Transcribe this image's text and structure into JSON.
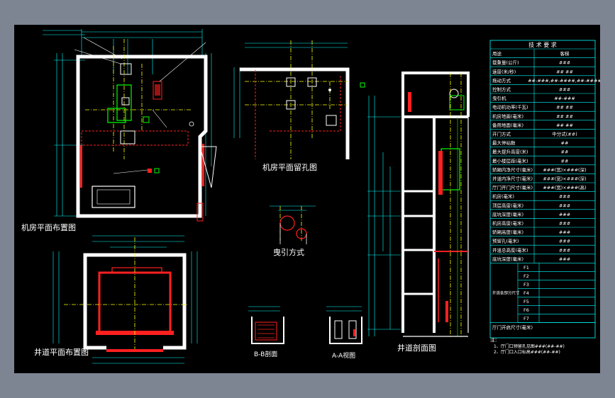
{
  "labels": {
    "machine_room_plan": "机房平面布置图",
    "machine_room_holes": "机房平面留孔图",
    "traction_method": "曳引方式",
    "shaft_plan": "井道平面布置图",
    "shaft_section": "井道剖面图",
    "section_bb": "B-B剖面",
    "view_aa": "A-A视图"
  },
  "table": {
    "title": "技 术 要 求",
    "rows": [
      {
        "name": "用途",
        "value": "客梯"
      },
      {
        "name": "载重量(公斤)",
        "value": "###"
      },
      {
        "name": "速度(米/秒)",
        "value": "## ##"
      },
      {
        "name": "拖动方式",
        "value": "##-###,##-####,##-####"
      },
      {
        "name": "控制方式",
        "value": "###"
      },
      {
        "name": "曳引机",
        "value": "##-###"
      },
      {
        "name": "电动机功率(千瓦)",
        "value": "## ##"
      },
      {
        "name": "机房地面(毫米)",
        "value": "## ##"
      },
      {
        "name": "备用地面(毫米)",
        "value": "## ##"
      },
      {
        "name": "开门方式",
        "value": "中分式(##)"
      },
      {
        "name": "最大停站数",
        "value": "##"
      },
      {
        "name": "最大提升高度(米)",
        "value": "##"
      },
      {
        "name": "最小楼层距(毫米)",
        "value": "##"
      },
      {
        "name": "轿厢内净尺寸(毫米)",
        "value": "###(宽)×###(深)"
      },
      {
        "name": "井道内净尺寸(毫米)",
        "value": "###(宽)×###(深)"
      },
      {
        "name": "厅门开门尺寸(毫米)",
        "value": "###(宽)×###(高)"
      },
      {
        "name": "机房(毫米)",
        "value": "###"
      },
      {
        "name": "顶层高度(毫米)",
        "value": "###"
      },
      {
        "name": "底坑深度(毫米)",
        "value": "###"
      },
      {
        "name": "机房高度(毫米)",
        "value": "###"
      },
      {
        "name": "轿厢高度(毫米)",
        "value": "###"
      },
      {
        "name": "预留孔(毫米)",
        "value": "###"
      },
      {
        "name": "井道总高度(毫米)",
        "value": "###"
      },
      {
        "name": "底坑深度(毫米)",
        "value": "###"
      }
    ],
    "group_label": "井道各部分尺寸",
    "group_cells": [
      "F1",
      "F2",
      "F3",
      "F4",
      "F5",
      "F6",
      "F7"
    ],
    "last_row": "厅门开启尺寸(毫米)",
    "notes_title": "注：",
    "notes": [
      "1、厅门口预留孔见图###(##-##)",
      "2、厅门口入口标高###(##-##)"
    ]
  },
  "colors": {
    "background": "#7d8592",
    "sheet": "#000000",
    "wall": "#ffffff",
    "center_line": "#ffff00",
    "dimension": "#00ffff",
    "structure": "#ff2020",
    "machine": "#00ff00"
  }
}
